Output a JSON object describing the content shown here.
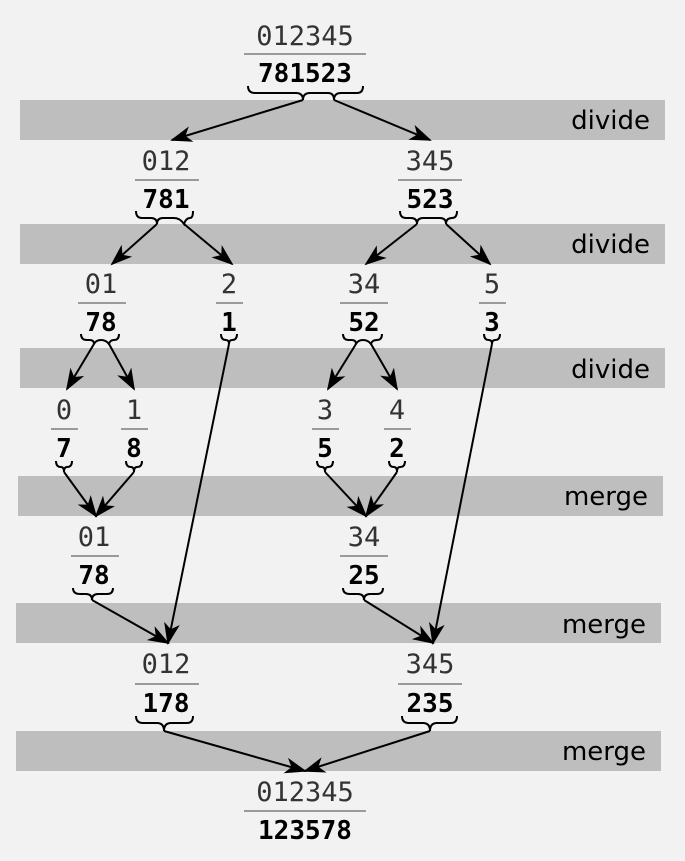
{
  "colors": {
    "background": "#f2f2f2",
    "band": "#bebebe",
    "line": "#000000",
    "text": "#000000"
  },
  "bands": [
    {
      "label": "divide"
    },
    {
      "label": "divide"
    },
    {
      "label": "divide"
    },
    {
      "label": "merge"
    },
    {
      "label": "merge"
    },
    {
      "label": "merge"
    }
  ],
  "nodes": [
    {
      "indices": "012345",
      "values": "781523"
    },
    {
      "indices": "012",
      "values": "781"
    },
    {
      "indices": "345",
      "values": "523"
    },
    {
      "indices": "01",
      "values": "78"
    },
    {
      "indices": "2",
      "values": "1"
    },
    {
      "indices": "34",
      "values": "52"
    },
    {
      "indices": "5",
      "values": "3"
    },
    {
      "indices": "0",
      "values": "7"
    },
    {
      "indices": "1",
      "values": "8"
    },
    {
      "indices": "3",
      "values": "5"
    },
    {
      "indices": "4",
      "values": "2"
    },
    {
      "indices": "01",
      "values": "78"
    },
    {
      "indices": "34",
      "values": "25"
    },
    {
      "indices": "012",
      "values": "178"
    },
    {
      "indices": "345",
      "values": "235"
    },
    {
      "indices": "012345",
      "values": "123578"
    }
  ]
}
